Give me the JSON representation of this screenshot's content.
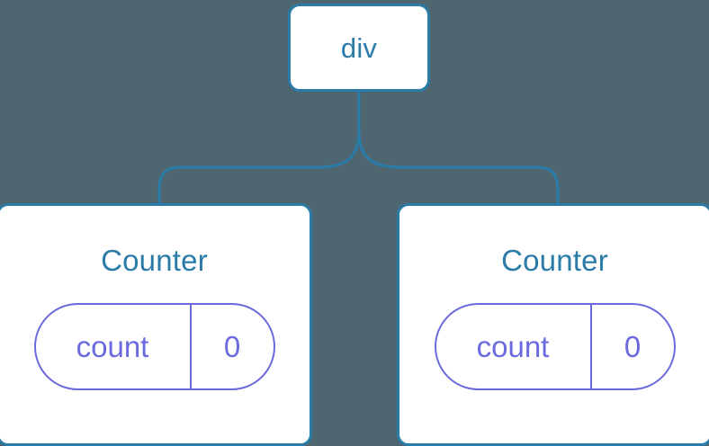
{
  "diagram": {
    "type": "component-tree",
    "background_color": "#4d6670",
    "node_border_color": "#2b7ba8",
    "node_text_color": "#2b7ba8",
    "state_color": "#6a6ade",
    "connector_color": "#2b7ba8"
  },
  "root": {
    "label": "div"
  },
  "children": [
    {
      "title": "Counter",
      "state": {
        "key": "count",
        "value": "0"
      }
    },
    {
      "title": "Counter",
      "state": {
        "key": "count",
        "value": "0"
      }
    }
  ]
}
